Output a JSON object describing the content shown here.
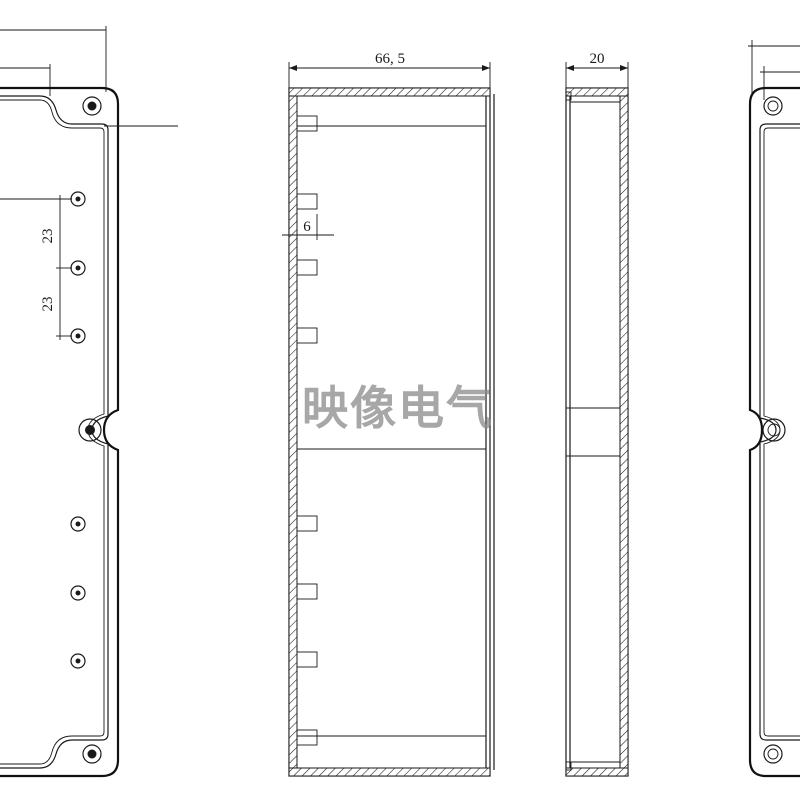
{
  "dimensions": {
    "front_width": "66, 5",
    "side_depth": "20",
    "wall_thickness": "6",
    "hole_pitch_1": "23",
    "hole_pitch_2": "23"
  },
  "watermark": "映像电气",
  "colors": {
    "line": "#1a1a1a",
    "background": "#ffffff",
    "watermark": "#8a8a8a"
  }
}
